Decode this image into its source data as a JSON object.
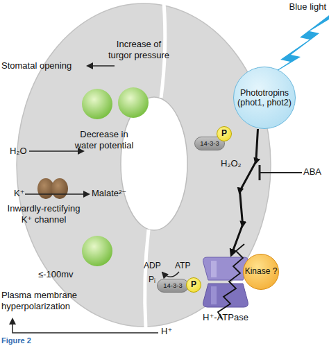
{
  "diagram": {
    "caption": "Figure 2",
    "nodes": [
      {
        "text": [
          "Phototropins (phot1, phot2)"
        ]
      },
      {
        "text": [
          "P"
        ]
      },
      {
        "text": [
          "14-3-3"
        ]
      },
      {
        "text": [
          "Kinase ?"
        ]
      },
      {
        "text": [
          "14-3-3"
        ]
      },
      {
        "text": [
          "P"
        ]
      },
      {
        "text": [
          "H⁺-ATPase"
        ]
      }
    ],
    "edges": [
      {
        "from": 0,
        "to": 6,
        "arrow": "to"
      }
    ],
    "labels": [
      "Blue light",
      "Stomatal opening",
      "Increase of turgor pressure",
      "H₂O",
      "Decrease in water potential",
      "K⁺",
      "Malate²⁻",
      "Inwardly-rectifying K⁺ channel",
      "H₂O₂",
      "ABA",
      "ADP",
      "ATP",
      "Pᵢ",
      "≤-100mv",
      "Plasma membrane hyperpolarization",
      "H⁺"
    ]
  }
}
